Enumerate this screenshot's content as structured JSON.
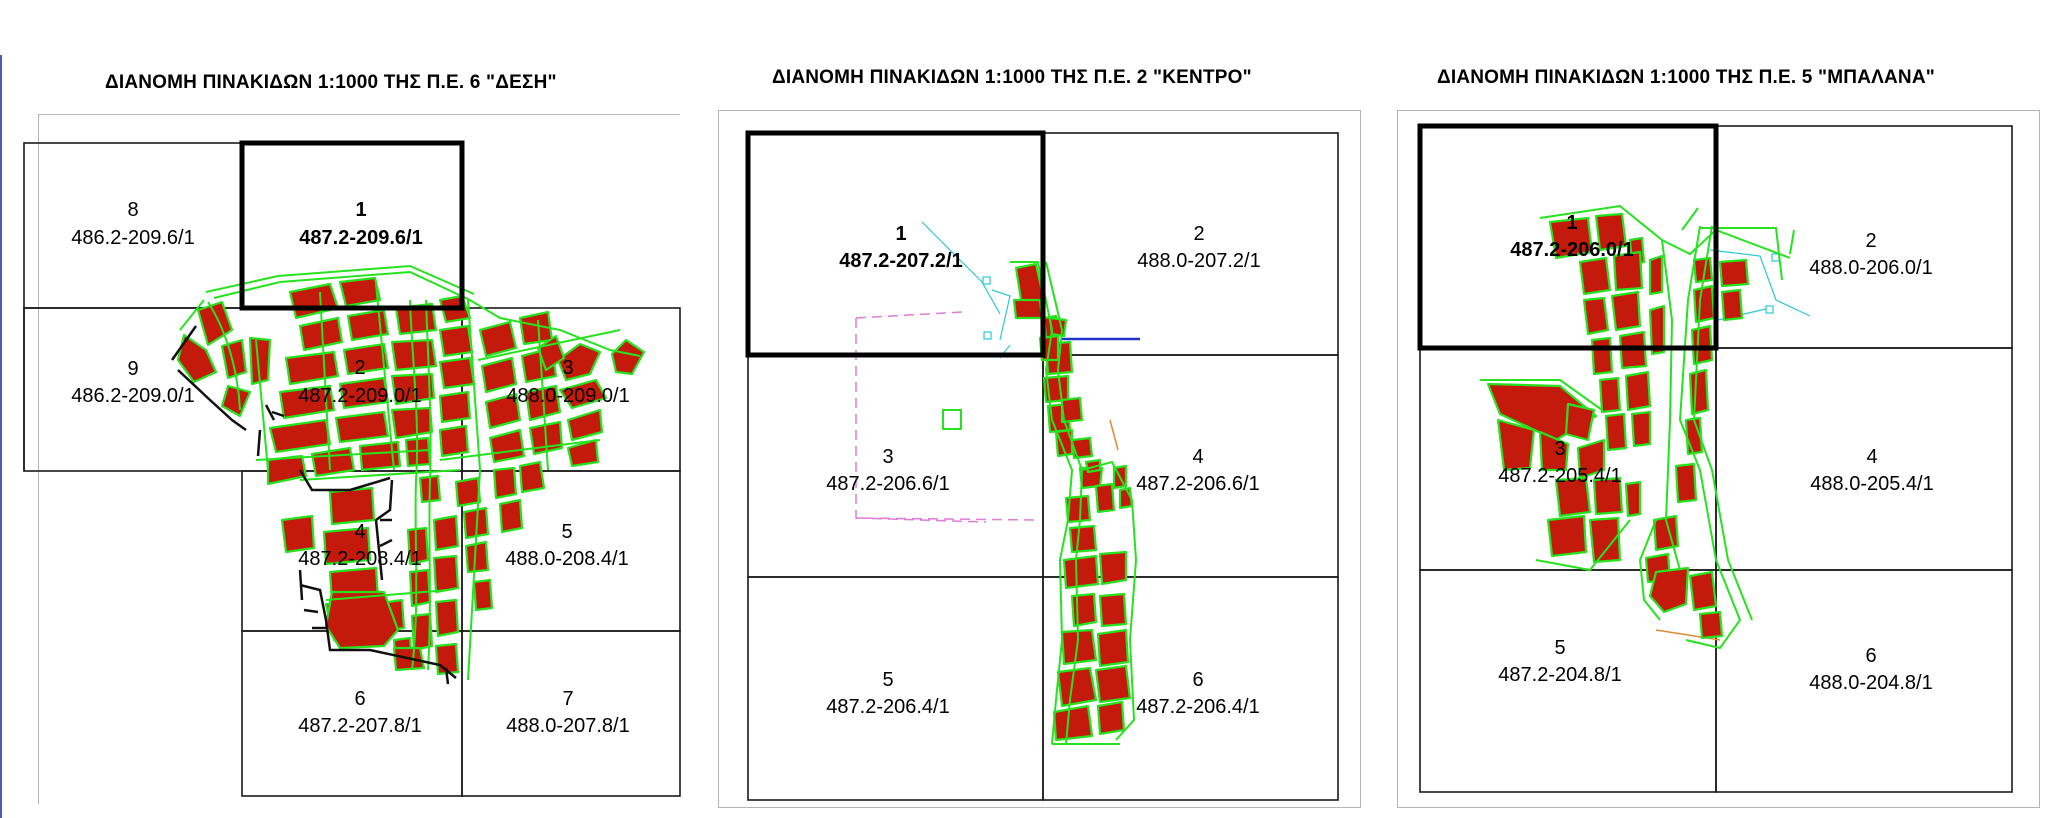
{
  "colors": {
    "grid": "#1a1a1a",
    "highlight": "#000000",
    "parcel_fill": "#c41a0c",
    "parcel_outline": "#27e21f",
    "blue_line": "#1f35c8",
    "dash_pink": "#e27bd9",
    "cyan": "#2cc7d6",
    "orange": "#e28a35"
  },
  "panels": [
    {
      "title": "ΔΙΑΝΟΜΗ ΠΙΝΑΚΙΔΩΝ 1:1000 ΤΗΣ Π.Ε. 6 \"ΔΕΣΗ\"",
      "sheets": [
        {
          "num": "8",
          "code": "486.2-209.6/1",
          "bold": false
        },
        {
          "num": "1",
          "code": "487.2-209.6/1",
          "bold": true
        },
        {
          "num": "9",
          "code": "486.2-209.0/1",
          "bold": false
        },
        {
          "num": "2",
          "code": "487.2-209.0/1",
          "bold": false
        },
        {
          "num": "3",
          "code": "488.0-209.0/1",
          "bold": false
        },
        {
          "num": "4",
          "code": "487.2-208.4/1",
          "bold": false
        },
        {
          "num": "5",
          "code": "488.0-208.4/1",
          "bold": false
        },
        {
          "num": "6",
          "code": "487.2-207.8/1",
          "bold": false
        },
        {
          "num": "7",
          "code": "488.0-207.8/1",
          "bold": false
        }
      ]
    },
    {
      "title": "ΔΙΑΝΟΜΗ ΠΙΝΑΚΙΔΩΝ 1:1000 ΤΗΣ Π.Ε. 2 \"ΚΕΝΤΡΟ\"",
      "sheets": [
        {
          "num": "1",
          "code": "487.2-207.2/1",
          "bold": true
        },
        {
          "num": "2",
          "code": "488.0-207.2/1",
          "bold": false
        },
        {
          "num": "3",
          "code": "487.2-206.6/1",
          "bold": false
        },
        {
          "num": "4",
          "code": "487.2-206.6/1",
          "bold": false
        },
        {
          "num": "5",
          "code": "487.2-206.4/1",
          "bold": false
        },
        {
          "num": "6",
          "code": "487.2-206.4/1",
          "bold": false
        }
      ]
    },
    {
      "title": "ΔΙΑΝΟΜΗ ΠΙΝΑΚΙΔΩΝ 1:1000 ΤΗΣ Π.Ε. 5 \"ΜΠΑΛΑΝΑ\"",
      "sheets": [
        {
          "num": "1",
          "code": "487.2-206.0/1",
          "bold": true
        },
        {
          "num": "2",
          "code": "488.0-206.0/1",
          "bold": false
        },
        {
          "num": "3",
          "code": "487.2-205.4/1",
          "bold": false
        },
        {
          "num": "4",
          "code": "488.0-205.4/1",
          "bold": false
        },
        {
          "num": "5",
          "code": "487.2-204.8/1",
          "bold": false
        },
        {
          "num": "6",
          "code": "488.0-204.8/1",
          "bold": false
        }
      ]
    }
  ]
}
